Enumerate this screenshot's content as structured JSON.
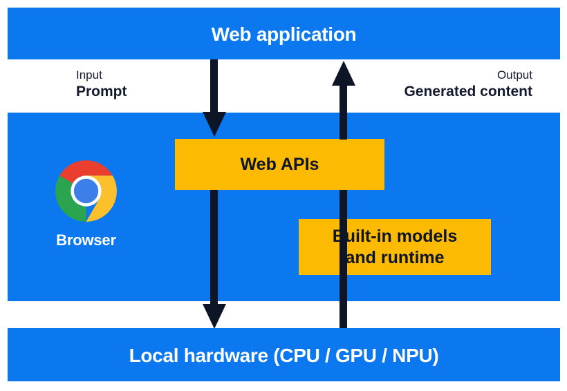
{
  "diagram": {
    "title": "Web application built-in AI architecture",
    "colors": {
      "band_blue": "#0b78ef",
      "box_yellow": "#fcba03",
      "arrow_navy": "#0d1527",
      "text_white": "#ffffff",
      "text_dark": "#131a2e"
    }
  },
  "bands": {
    "top": {
      "label": "Web application"
    },
    "middle": {
      "label": ""
    },
    "bottom": {
      "label": "Local hardware (CPU / GPU / NPU)"
    }
  },
  "io": {
    "input": {
      "kind": "Input",
      "value": "Prompt"
    },
    "output": {
      "kind": "Output",
      "value": "Generated content"
    }
  },
  "boxes": {
    "web_apis": {
      "label": "Web APIs"
    },
    "builtin": {
      "line1": "Built-in models",
      "line2": "and runtime"
    }
  },
  "browser": {
    "icon": "chrome-logo-icon",
    "label": "Browser"
  },
  "arrows": {
    "input_flow": "downward-arrow",
    "output_flow": "upward-arrow"
  }
}
